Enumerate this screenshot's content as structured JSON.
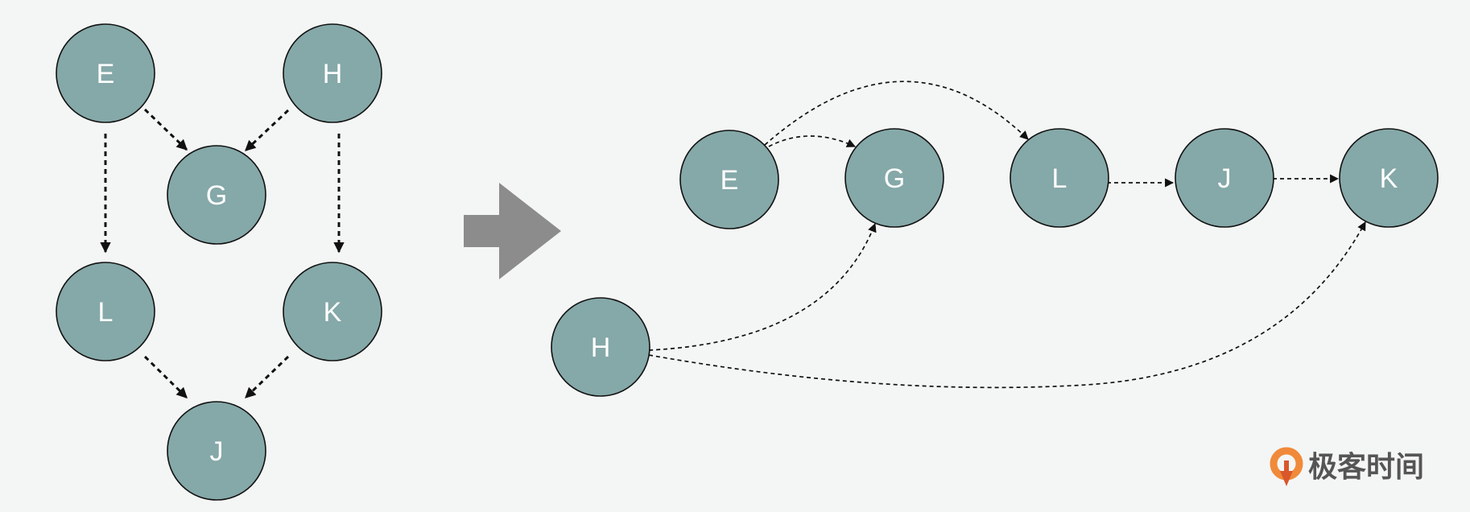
{
  "diagram": {
    "left_graph": {
      "nodes": [
        {
          "id": "E",
          "label": "E"
        },
        {
          "id": "H",
          "label": "H"
        },
        {
          "id": "G",
          "label": "G"
        },
        {
          "id": "L",
          "label": "L"
        },
        {
          "id": "K",
          "label": "K"
        },
        {
          "id": "J",
          "label": "J"
        }
      ],
      "edges": [
        {
          "from": "E",
          "to": "G"
        },
        {
          "from": "H",
          "to": "G"
        },
        {
          "from": "E",
          "to": "L"
        },
        {
          "from": "H",
          "to": "K"
        },
        {
          "from": "L",
          "to": "J"
        },
        {
          "from": "K",
          "to": "J"
        }
      ]
    },
    "right_graph": {
      "nodes": [
        {
          "id": "E",
          "label": "E"
        },
        {
          "id": "G",
          "label": "G"
        },
        {
          "id": "L",
          "label": "L"
        },
        {
          "id": "J",
          "label": "J"
        },
        {
          "id": "K",
          "label": "K"
        },
        {
          "id": "H",
          "label": "H"
        }
      ],
      "edges": [
        {
          "from": "E",
          "to": "G"
        },
        {
          "from": "E",
          "to": "L"
        },
        {
          "from": "L",
          "to": "J"
        },
        {
          "from": "J",
          "to": "K"
        },
        {
          "from": "H",
          "to": "G"
        },
        {
          "from": "H",
          "to": "K"
        }
      ]
    },
    "transform_arrow": "right-arrow-icon"
  },
  "brand": {
    "logo_icon": "geektime-logo-icon",
    "name": "极客时间",
    "icon_color_top": "#f08a3a",
    "icon_color_bottom": "#d9572b"
  },
  "colors": {
    "node_fill": "#85a8a8",
    "arrow_fill": "#8c8c8c"
  }
}
